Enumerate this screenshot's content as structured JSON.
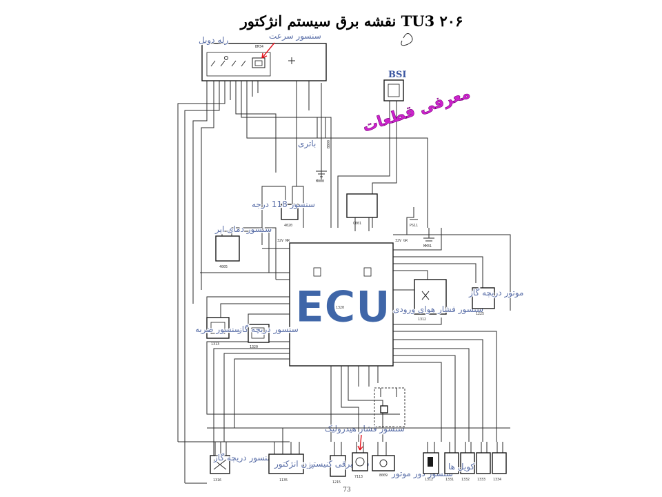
{
  "diagram": {
    "title": "نقشه برق سیستم انژکتور TU3 ۲۰۶",
    "page_number": "73",
    "promo_text": "معرفی قطعات",
    "ecu_label": "ECU",
    "bsi_label": "BSI",
    "component_labels": {
      "relay": "رله دوبل",
      "speed_sensor": "سنسور سرعت",
      "battery": "باتری",
      "coolant_sensor": "سنسور 118 درجه",
      "air_temp_sensor": "سنسور دمای ایر",
      "intake_pressure_sensor": "سنسور فشار هوای ورودی",
      "throttle_motor": "موتور دریچه گاز",
      "knock_sensor": "سنسور ضربه",
      "throttle_position_sensor": "سنسور دریچه گاز",
      "oxygen_sensor": "سنسور دریچه گاز",
      "injectors": "سوزن انژکتور",
      "canister": "شیر برقی کنیستر",
      "hydraulic_sensor": "سنسور فشار هیدرولیک",
      "rpm_sensor": "سنسور دور موتور",
      "coils": "کویل ها"
    },
    "component_codes": {
      "relay": "BM34",
      "battery": "BB00",
      "ground": "M000",
      "coolant": "4020",
      "c001": "C001",
      "ps11": "PS11",
      "mm31": "MM31",
      "air_temp": "4005",
      "map_sensor": "1312",
      "throttle_motor": "1225",
      "knock": "1313",
      "throttle_pos": "1320",
      "canister": "1215",
      "hydraulic": "7113",
      "rpm": "8009",
      "ecu_code": "1320",
      "o2": "1316",
      "injector": "1135",
      "coil1": "1312",
      "coil2": "1331",
      "coil3": "1332",
      "coil4": "1333",
      "coil5": "1334"
    },
    "ecu_pins": {
      "top_left": "32V NR",
      "top_right": "32V GR"
    }
  }
}
